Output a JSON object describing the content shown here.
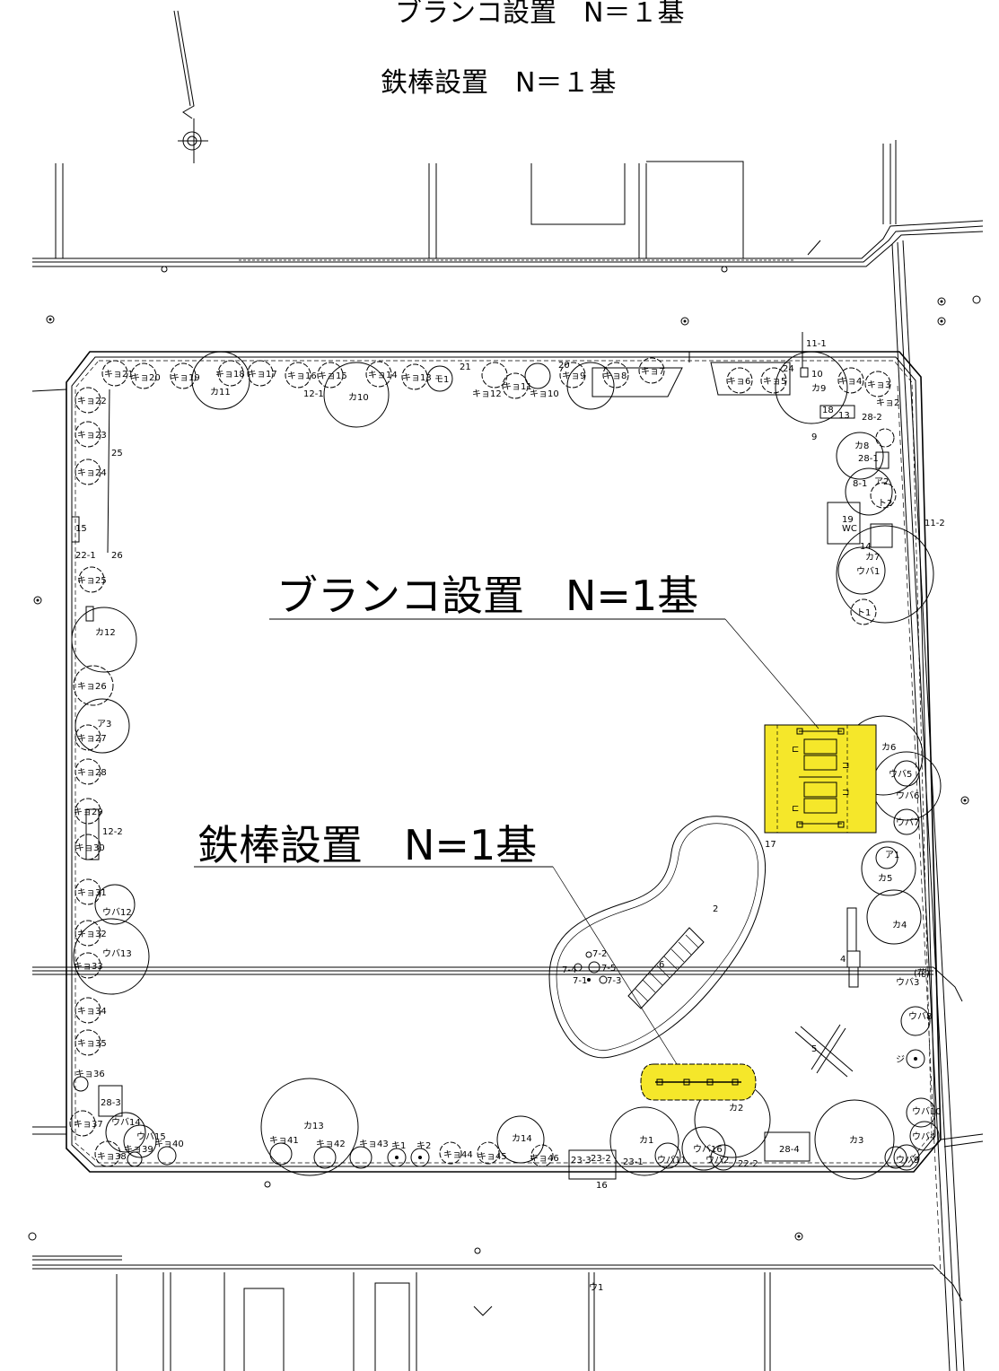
{
  "titles": {
    "swing_top": "ブランコ設置　N＝１基",
    "bar_top": "鉄棒設置　N＝１基"
  },
  "callouts": {
    "swing": "ブランコ設置　N=1基",
    "bar": "鉄棒設置　N=1基"
  },
  "colors": {
    "highlight": "#f5e72a",
    "line": "#000000"
  },
  "icons": {
    "north_arrow": "north-arrow-icon"
  },
  "tree_labels": [
    "キョ21",
    "キョ20",
    "キョ19",
    "キョ18",
    "キョ17",
    "キョ16",
    "キョ15",
    "キョ14",
    "キョ13",
    "モ1",
    "キョ12",
    "キョ11",
    "キョ10",
    "キョ9",
    "キョ8",
    "キョ7",
    "キョ6",
    "キョ5",
    "キョ4",
    "キョ3",
    "キョ2",
    "キョ22",
    "キョ23",
    "キョ24",
    "キョ25",
    "キョ26",
    "キョ27",
    "キョ28",
    "キョ29",
    "キョ30",
    "キョ31",
    "キョ32",
    "キョ33",
    "キョ34",
    "キョ35",
    "キョ36",
    "キョ37",
    "キョ38",
    "キョ39",
    "キョ40",
    "キョ41",
    "キョ42",
    "キョ43",
    "キョ44",
    "キョ45",
    "キョ46",
    "カ1",
    "カ2",
    "カ3",
    "カ4",
    "カ5",
    "カ6",
    "カ7",
    "カ8",
    "カ9",
    "カ10",
    "カ11",
    "カ12",
    "カ13",
    "カ14",
    "ウ1",
    "ウバ1",
    "ウバ2",
    "ウバ3",
    "ウバ4",
    "ウバ5",
    "ウバ6",
    "ウバ7",
    "ウバ8",
    "ウバ9",
    "ウバ10",
    "ウバ11",
    "ウバ12",
    "ウバ13",
    "ウバ14",
    "ウバ15",
    "ウバ16",
    "ア1",
    "ア2",
    "ア3",
    "ト1",
    "ト2",
    "キ1",
    "キ2",
    "ジ"
  ],
  "misc_labels": [
    "11-1",
    "11-2",
    "12-1",
    "12-2",
    "15",
    "16",
    "18",
    "19",
    "20",
    "21",
    "22-1",
    "22-2",
    "23-1",
    "23-2",
    "23-3",
    "24",
    "25",
    "26",
    "28-1",
    "28-2",
    "28-3",
    "28-4",
    "2",
    "4",
    "5",
    "6",
    "7-1",
    "7-2",
    "7-3",
    "7-4",
    "7-5",
    "8-1",
    "9",
    "10",
    "13",
    "14",
    "17",
    "WC",
    "(花)"
  ]
}
